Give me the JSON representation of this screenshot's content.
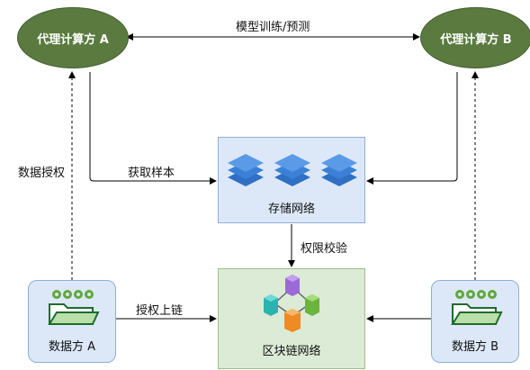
{
  "nodes": {
    "agent_a": "代理计算方 A",
    "agent_b": "代理计算方 B",
    "storage": "存储网络",
    "blockchain": "区块链网络",
    "data_a": "数据方 A",
    "data_b": "数据方 B"
  },
  "edges": {
    "train_predict": "模型训练/预测",
    "get_samples": "获取样本",
    "data_auth": "数据授权",
    "perm_check": "权限校验",
    "auth_onchain": "授权上链"
  },
  "colors": {
    "agent_fill": "#5a7a3f",
    "storage_fill": "#dce8f8",
    "chain_fill": "#dcebd6",
    "layer_icon": "#3b7fd6"
  },
  "icons": [
    "layers-icon",
    "cubes-icon",
    "folder-gears-icon"
  ]
}
